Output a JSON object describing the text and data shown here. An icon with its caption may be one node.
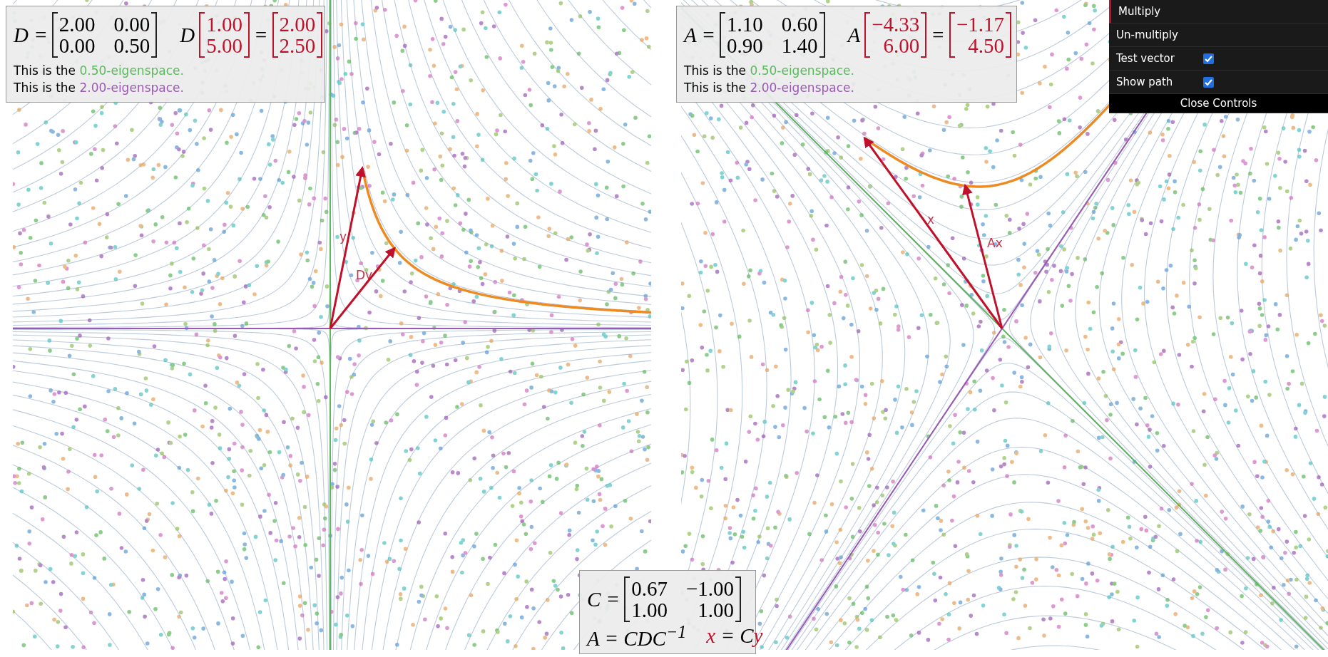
{
  "diagram": {
    "labels": [
      "D =",
      "2.00",
      "0.00",
      "0.00",
      "0.50",
      "D",
      "1.00",
      "5.00",
      "=",
      "2.00",
      "2.50",
      "A =",
      "1.10",
      "0.60",
      "0.90",
      "1.40",
      "A",
      "−4.33",
      "6.00",
      "=",
      "−1.17",
      "4.50",
      "Multiply",
      "Un-multiply",
      "Test vector",
      "Show path",
      "Close Controls",
      "y",
      "Dy",
      "x",
      "Ax",
      "C =",
      "0.67",
      "−1.00",
      "1.00",
      "1.00",
      "A = CDC$^{−1}$",
      "x = Cy"
    ],
    "legend": [
      {
        "text": "This is the 0.50-eigenspace.",
        "color": "#5cb85c"
      },
      {
        "text": "This is the 2.00-eigenspace.",
        "color": "#9b59b6"
      },
      {
        "text": "This is the 0.50-eigenspace.",
        "color": "#5cb85c"
      },
      {
        "text": "This is the 2.00-eigenspace.",
        "color": "#9b59b6"
      }
    ]
  }
}
